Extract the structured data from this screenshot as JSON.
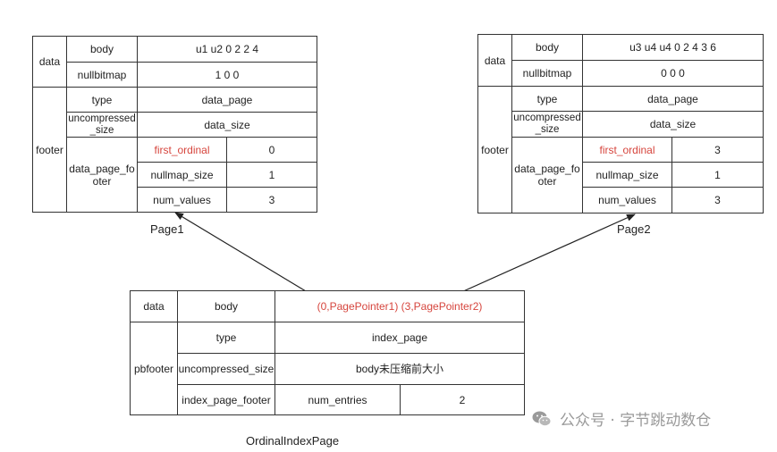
{
  "page1": {
    "label": "Page1",
    "data": "data",
    "body": "body",
    "body_value": "u1 u2 0 2 2 4",
    "nullbitmap": "nullbitmap",
    "nullbitmap_value": "1 0 0",
    "footer": "footer",
    "type": "type",
    "type_value": "data_page",
    "uncompressed": "uncompressed_size",
    "uncompressed_value": "data_size",
    "data_page_footer": "data_page_footer",
    "first_ordinal": "first_ordinal",
    "first_ordinal_value": "0",
    "nullmap_size": "nullmap_size",
    "nullmap_size_value": "1",
    "num_values": "num_values",
    "num_values_value": "3"
  },
  "page2": {
    "label": "Page2",
    "data": "data",
    "body": "body",
    "body_value": "u3 u4 u4 0 2 4 3 6",
    "nullbitmap": "nullbitmap",
    "nullbitmap_value": "0 0 0",
    "footer": "footer",
    "type": "type",
    "type_value": "data_page",
    "uncompressed": "uncompressed_size",
    "uncompressed_value": "data_size",
    "data_page_footer": "data_page_footer",
    "first_ordinal": "first_ordinal",
    "first_ordinal_value": "3",
    "nullmap_size": "nullmap_size",
    "nullmap_size_value": "1",
    "num_values": "num_values",
    "num_values_value": "3"
  },
  "index": {
    "label": "OrdinalIndexPage",
    "data": "data",
    "body": "body",
    "body_value": "(0,PagePointer1) (3,PagePointer2)",
    "pbfooter": "pbfooter",
    "type": "type",
    "type_value": "index_page",
    "uncompressed": "uncompressed_size",
    "uncompressed_value": "body未压缩前大小",
    "index_page_footer": "index_page_footer",
    "num_entries": "num_entries",
    "num_entries_value": "2"
  },
  "watermark": {
    "text": "公众号 · 字节跳动数仓",
    "icon": "wechat-icon"
  },
  "colors": {
    "highlight": "#d6453d",
    "border": "#333333",
    "arrow": "#222222"
  }
}
